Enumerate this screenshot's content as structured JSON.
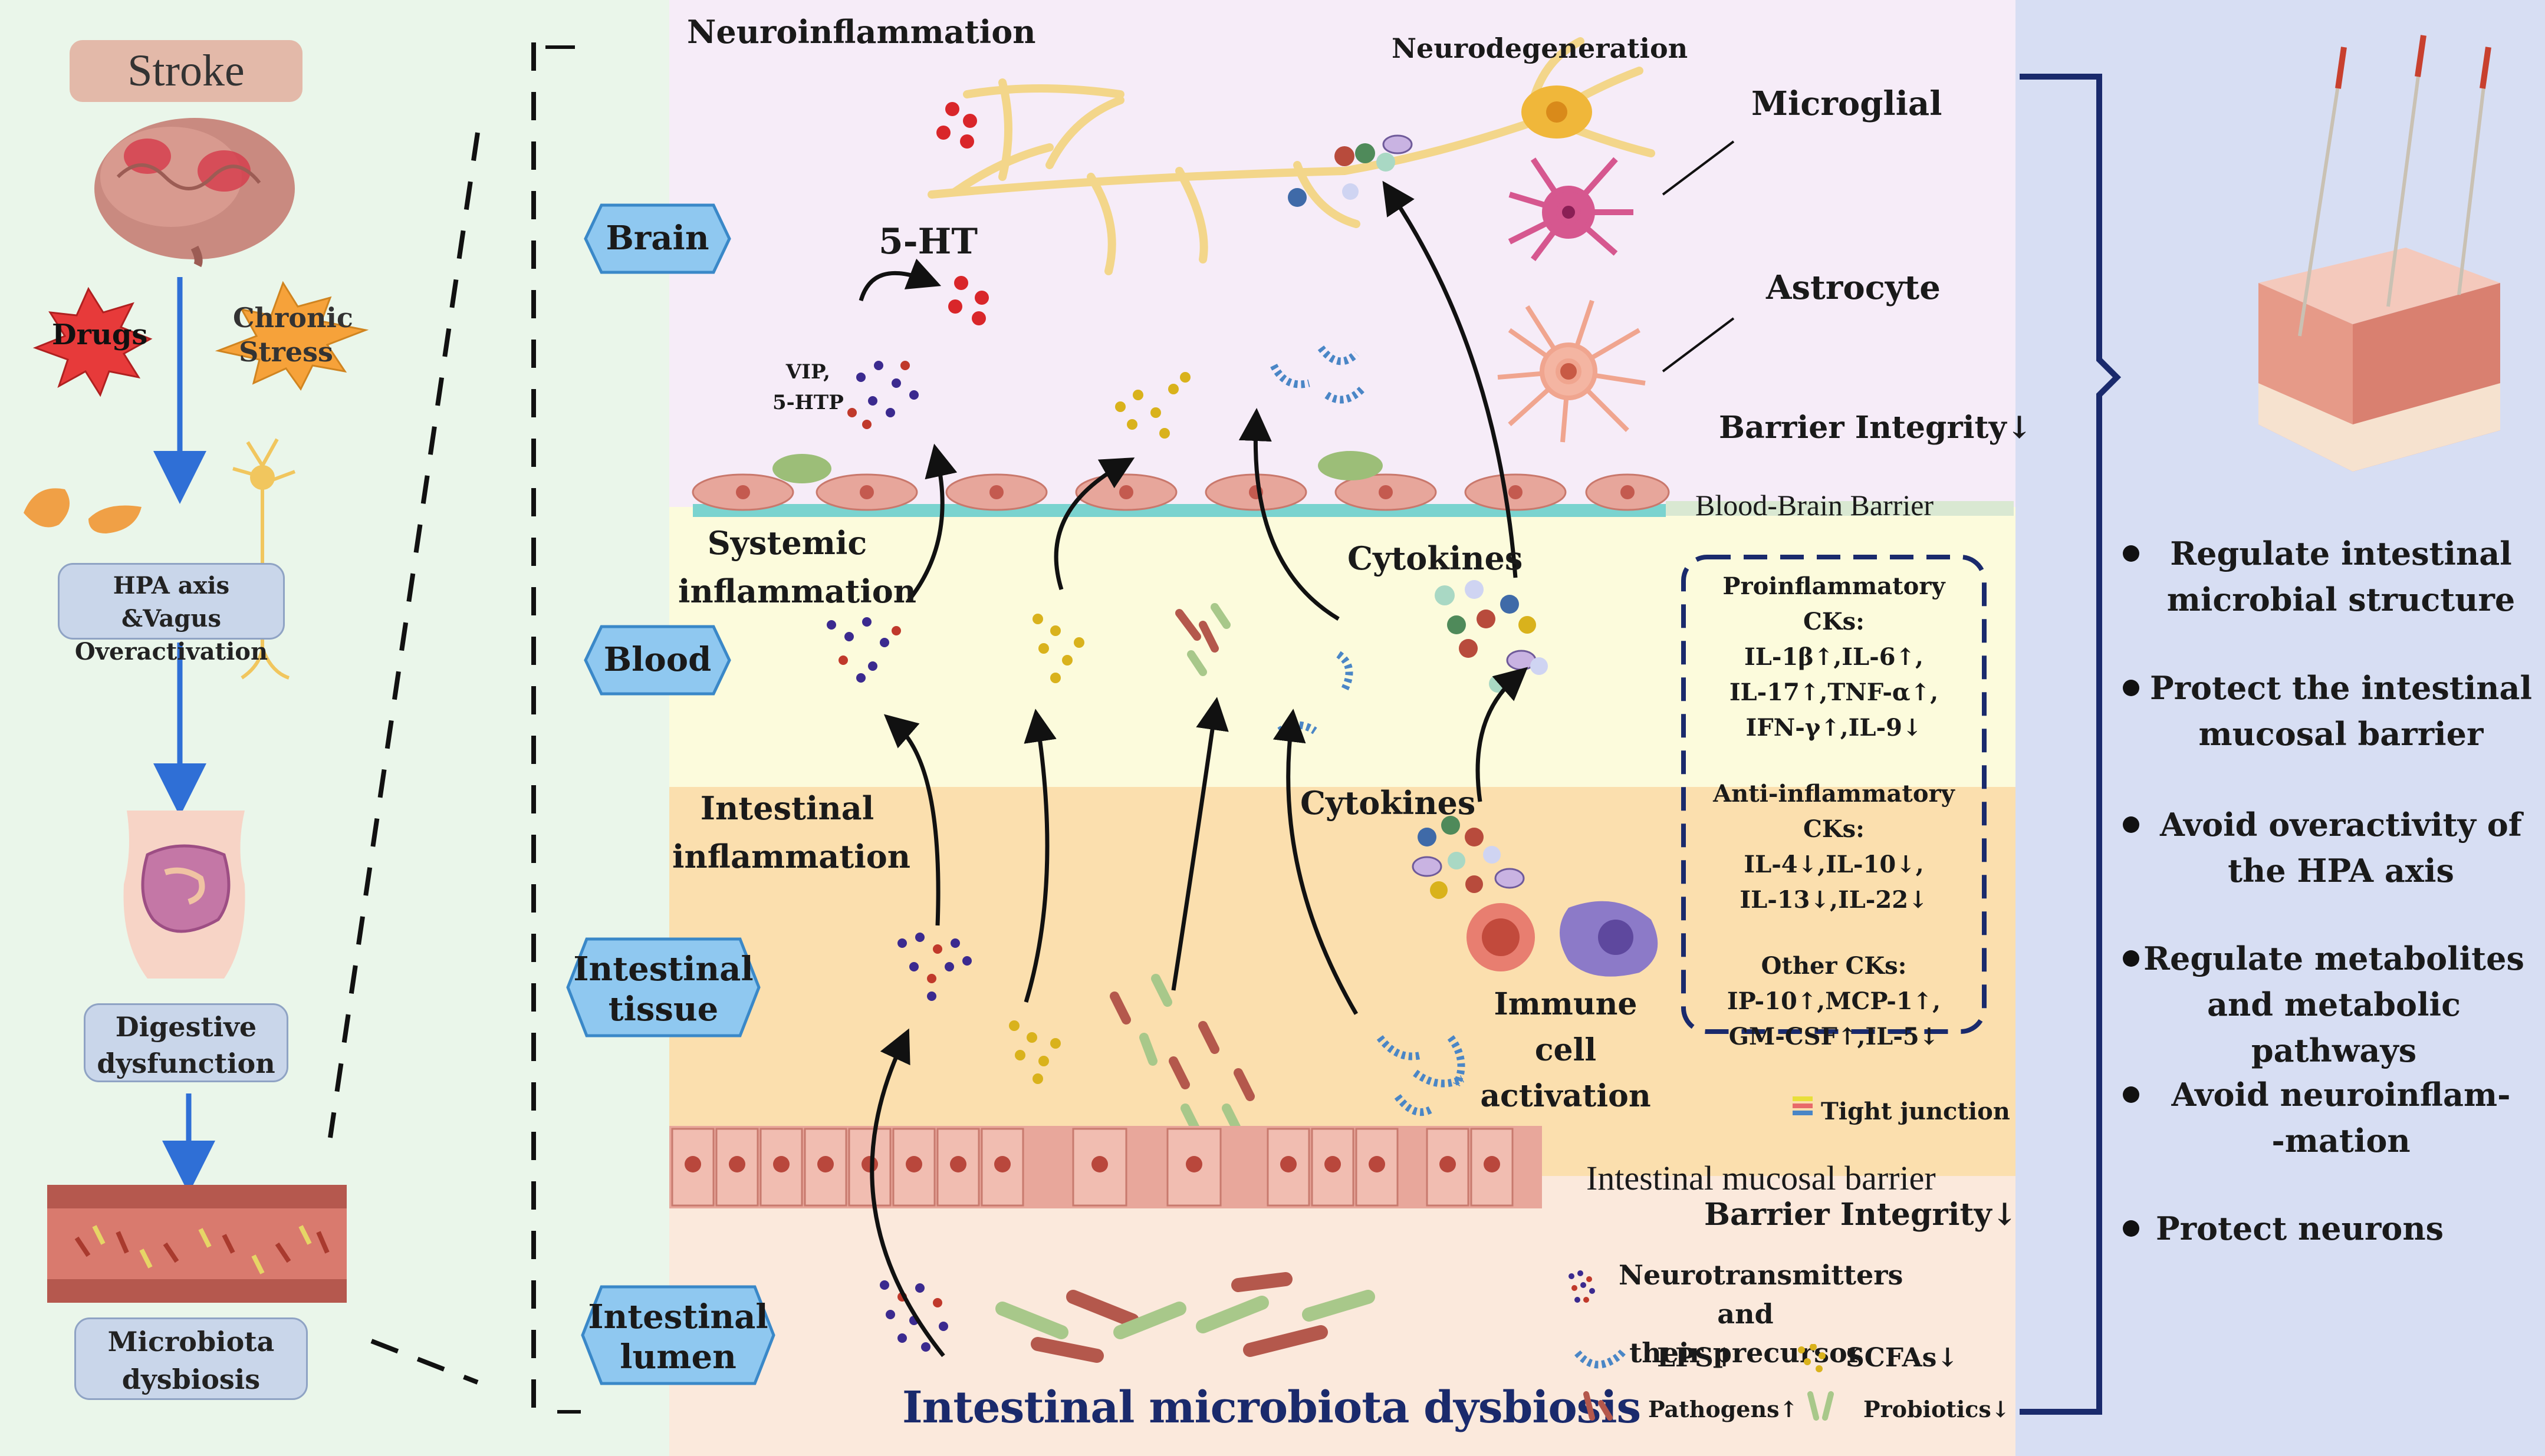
{
  "left": {
    "stroke": "Stroke",
    "drugs": "Drugs",
    "chronic_stress": [
      "Chronic",
      "Stress"
    ],
    "hpa": [
      "HPA axis  &Vagus",
      "Overactivation"
    ],
    "digestive": [
      "Digestive",
      "dysfunction"
    ],
    "microbiota": [
      "Microbiota",
      "dysbiosis"
    ]
  },
  "zones": {
    "brain": "Brain",
    "blood": "Blood",
    "tissue": [
      "Intestinal",
      "tissue"
    ],
    "lumen": [
      "Intestinal",
      "lumen"
    ]
  },
  "labels": {
    "neuroinflammation": "Neuroinflammation",
    "neurodegeneration": "Neurodegeneration",
    "microglial": "Microglial",
    "astrocyte": "Astrocyte",
    "five_ht": "5-HT",
    "vip": [
      "VIP,",
      "5-HTP"
    ],
    "barrier_brain": "Barrier Integrity↓",
    "bbb": "Blood-Brain Barrier",
    "systemic": [
      "Systemic",
      "inflammation"
    ],
    "cytokines_blood": "Cytokines",
    "intestinal_inflammation": [
      "Intestinal",
      "inflammation"
    ],
    "cytokines_tissue": "Cytokines",
    "immune": [
      "Immune cell",
      "activation"
    ],
    "tight_junction": "Tight junction",
    "mucosal_barrier": "Intestinal mucosal barrier",
    "barrier_gut": "Barrier Integrity↓",
    "dysbiosis_title": "Intestinal microbiota dysbiosis"
  },
  "cytokines": {
    "pro_title": "Proinflammatory CKs:",
    "pro": [
      "IL-1β↑,IL-6↑,",
      "IL-17↑,TNF-α↑,",
      "IFN-γ↑,IL-9↓"
    ],
    "anti_title": "Anti-inflammatory CKs:",
    "anti": [
      "IL-4↓,IL-10↓,",
      "IL-13↓,IL-22↓"
    ],
    "other_title": "Other CKs:",
    "other": [
      "IP-10↑,MCP-1↑,",
      "GM-CSF↑,IL-5↓"
    ]
  },
  "legend": {
    "neuro": [
      "Neurotransmitters and",
      "their precursor"
    ],
    "lps": "LPS↑",
    "scfas": "SCFAs↓",
    "pathogens": "Pathogens↑",
    "probiotics": "Probiotics↓"
  },
  "effects": [
    [
      "Regulate intestinal",
      "microbial structure"
    ],
    [
      "Protect the intestinal",
      "mucosal barrier"
    ],
    [
      "Avoid overactivity of",
      "the HPA axis"
    ],
    [
      "Regulate metabolites",
      "and metabolic pathways"
    ],
    [
      "Avoid neuroinflam-",
      "-mation"
    ],
    [
      "Protect  neurons"
    ]
  ],
  "colors": {
    "arrow_blue": "#2f6fd6",
    "tag_blue": "#8fc8f0",
    "navy": "#1a2a6c",
    "purple_dots": "#3b2a8f",
    "red_dots": "#d9262a",
    "yellow_dots": "#d9b21c"
  }
}
